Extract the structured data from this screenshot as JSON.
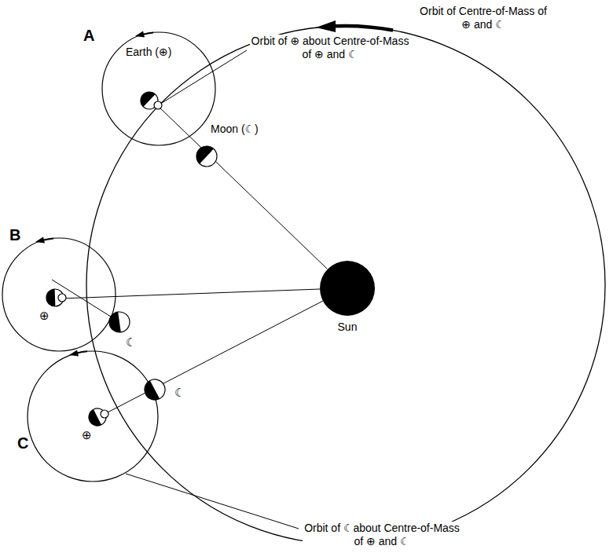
{
  "diagram": {
    "labels": [
      "Orbit of Centre-of-Mass of ⊕ and ☾",
      "A",
      "Earth (⊕)",
      "Orbit of ⊕ about Centre-of-Mass of ⊕ and ☾",
      "Moon (☾)",
      "B",
      "⊕",
      "☾",
      "C",
      "⊕",
      "☾",
      "Sun",
      "Orbit of ☾about Centre-of-Mass of ⊕ and ☾"
    ]
  }
}
